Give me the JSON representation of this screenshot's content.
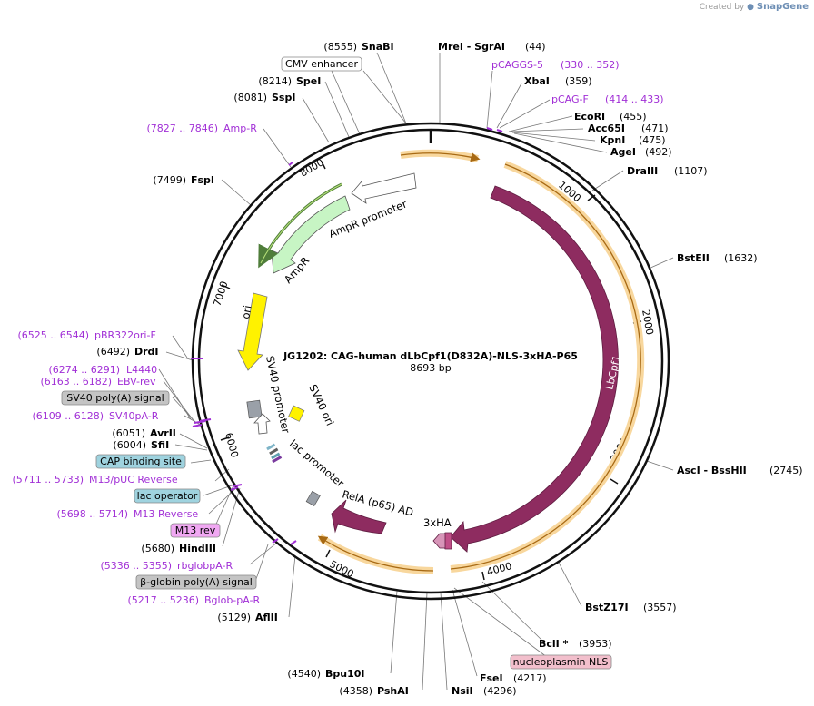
{
  "branding": {
    "created_by": "Created by",
    "app": "SnapGene"
  },
  "plasmid": {
    "name": "JG1202: CAG-human dLbCpf1(D832A)-NLS-3xHA-P65",
    "size_label": "8693 bp",
    "total_bp": 8693
  },
  "ticks": [
    "1000",
    "2000",
    "3000",
    "4000",
    "5000",
    "6000",
    "7000",
    "8000"
  ],
  "sites": [
    {
      "pos": "(8555)",
      "name": "SnaBI"
    },
    {
      "pos": "(44)",
      "name": "MreI  - SgrAI"
    },
    {
      "pos": "(359)",
      "name": "XbaI"
    },
    {
      "pos": "(455)",
      "name": "EcoRI"
    },
    {
      "pos": "(471)",
      "name": "Acc65I"
    },
    {
      "pos": "(475)",
      "name": "KpnI"
    },
    {
      "pos": "(492)",
      "name": "AgeI"
    },
    {
      "pos": "(1107)",
      "name": "DraIII"
    },
    {
      "pos": "(1632)",
      "name": "BstEII"
    },
    {
      "pos": "(2745)",
      "name": "AscI  - BssHII"
    },
    {
      "pos": "(3557)",
      "name": "BstZ17I"
    },
    {
      "pos": "(3953)",
      "name": "BclI *"
    },
    {
      "pos": "(4217)",
      "name": "FseI"
    },
    {
      "pos": "(4296)",
      "name": "NsiI"
    },
    {
      "pos": "(4358)",
      "name": "PshAI"
    },
    {
      "pos": "(4540)",
      "name": "Bpu10I"
    },
    {
      "pos": "(5129)",
      "name": "AflII"
    },
    {
      "pos": "(5680)",
      "name": "HindIII"
    },
    {
      "pos": "(6004)",
      "name": "SfiI"
    },
    {
      "pos": "(6051)",
      "name": "AvrII"
    },
    {
      "pos": "(6492)",
      "name": "DrdI"
    },
    {
      "pos": "(7499)",
      "name": "FspI"
    },
    {
      "pos": "(8081)",
      "name": "SspI"
    },
    {
      "pos": "(8214)",
      "name": "SpeI"
    }
  ],
  "primers": [
    {
      "name": "pCAGGS-5",
      "range": "(330 .. 352)"
    },
    {
      "name": "pCAG-F",
      "range": "(414 .. 433)"
    },
    {
      "name": "Amp-R",
      "range": "(7827 .. 7846)"
    },
    {
      "name": "pBR322ori-F",
      "range": "(6525 .. 6544)"
    },
    {
      "name": "L4440",
      "range": "(6274 .. 6291)"
    },
    {
      "name": "EBV-rev",
      "range": "(6163 .. 6182)"
    },
    {
      "name": "SV40pA-R",
      "range": "(6109 .. 6128)"
    },
    {
      "name": "M13/pUC Reverse",
      "range": "(5711 .. 5733)"
    },
    {
      "name": "M13 Reverse",
      "range": "(5698 .. 5714)"
    },
    {
      "name": "rbglobpA-R",
      "range": "(5336 .. 5355)"
    },
    {
      "name": "Bglob-pA-R",
      "range": "(5217 .. 5236)"
    }
  ],
  "boxed_features": [
    {
      "name": "CMV enhancer",
      "fill": "#ffffff"
    },
    {
      "name": "SV40 poly(A) signal",
      "fill": "#c4c4c4"
    },
    {
      "name": "CAP binding site",
      "fill": "#9fd3df"
    },
    {
      "name": "lac operator",
      "fill": "#9fd3df"
    },
    {
      "name": "M13 rev",
      "fill": "#f1a8f3"
    },
    {
      "name": "β-globin poly(A) signal",
      "fill": "#c4c4c4"
    },
    {
      "name": "nucleoplasmin NLS",
      "fill": "#f2bfcc"
    }
  ],
  "features": {
    "lbcpf1": "LbCpf1",
    "ampr": "AmpR",
    "ampr_promoter": "AmpR promoter",
    "ori": "ori",
    "sv40_promoter": "SV40 promoter",
    "sv40_ori": "SV40 ori",
    "lac_promoter": "lac promoter",
    "rela": "RelA (p65) AD",
    "ha": "3xHA"
  },
  "colors": {
    "backbone": "#111111",
    "lbcpf1": "#8e2c60",
    "ampr": "#c7f5c4",
    "ampr_stroke": "#4f7d3a",
    "ori": "#fff200",
    "orange_highlight": "#f8d79d",
    "orange_line": "#a86a14",
    "primer": "#a12fd6",
    "grey_feature": "#9aa0a8"
  }
}
